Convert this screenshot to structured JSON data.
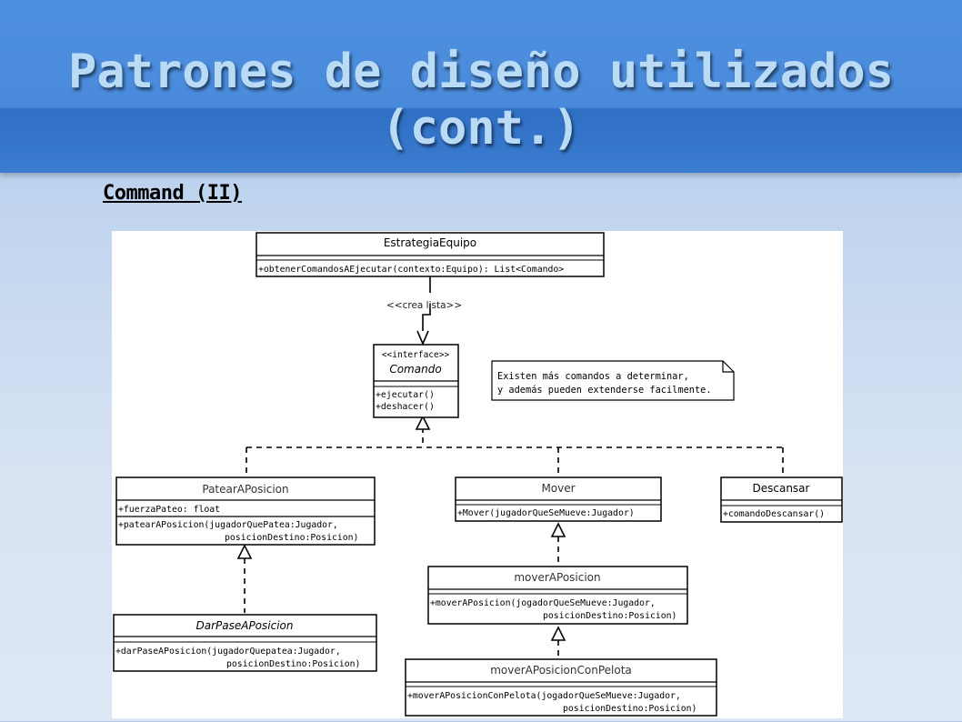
{
  "slide": {
    "title_line1": "Patrones de diseño utilizados",
    "title_line2": "(cont.)",
    "subtitle": "Command (II)"
  },
  "diagram": {
    "estrategia": {
      "name": "EstrategiaEquipo",
      "method": "+obtenerComandosAEjecutar(contexto:Equipo): List<Comando>"
    },
    "relation_label": "<<crea lista>>",
    "comando": {
      "stereotype": "<<interface>>",
      "name": "Comando",
      "method1": "+ejecutar()",
      "method2": "+deshacer()"
    },
    "note": {
      "line1": "Existen más comandos a determinar,",
      "line2": "y además pueden extenderse facilmente."
    },
    "patear": {
      "name": "PatearAPosicion",
      "attribute": "+fuerzaPateo: float",
      "method_line1": "+patearAPosicion(jugadorQuePatea:Jugador,",
      "method_line2": "posicionDestino:Posicion)"
    },
    "mover": {
      "name": "Mover",
      "method": "+Mover(jugadorQueSeMueve:Jugador)"
    },
    "descansar": {
      "name": "Descansar",
      "method": "+comandoDescansar()"
    },
    "darpase": {
      "name": "DarPaseAPosicion",
      "method_line1": "+darPaseAPosicion(jugadorQuepatea:Jugador,",
      "method_line2": "posicionDestino:Posicion)"
    },
    "moverAPos": {
      "name": "moverAPosicion",
      "method_line1": "+moverAPosicion(jogadorQueSeMueve:Jugador,",
      "method_line2": "posicionDestino:Posicion)"
    },
    "moverAPosPelota": {
      "name": "moverAPosicionConPelota",
      "method_line1": "+moverAPosicionConPelota(jogadorQueSeMueve:Jugador,",
      "method_line2": "posicionDestino:Posicion)"
    }
  }
}
